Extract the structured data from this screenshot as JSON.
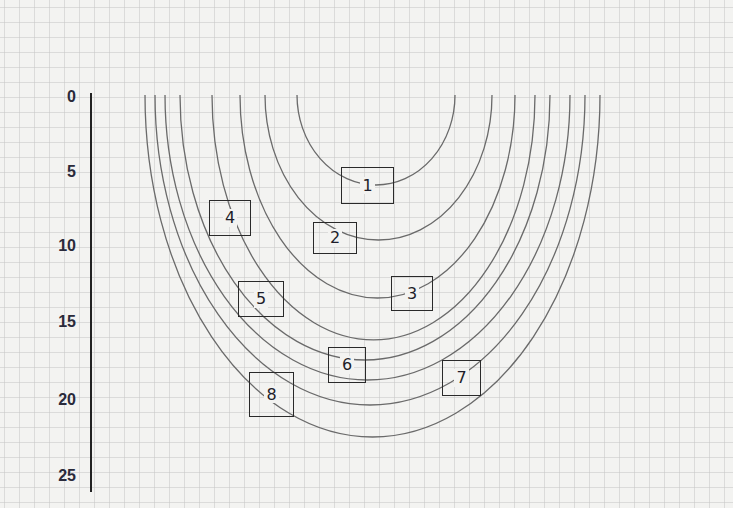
{
  "diagram": {
    "nodes": [
      {
        "text": [
          "1"
        ]
      },
      {
        "text": [
          "4"
        ]
      },
      {
        "text": [
          "2"
        ]
      },
      {
        "text": [
          "3"
        ]
      },
      {
        "text": [
          "5"
        ]
      },
      {
        "text": [
          "6"
        ]
      },
      {
        "text": [
          "7"
        ]
      },
      {
        "text": [
          "8"
        ]
      }
    ],
    "labels": [
      "0",
      "5",
      "10",
      "15",
      "20",
      "25"
    ]
  }
}
